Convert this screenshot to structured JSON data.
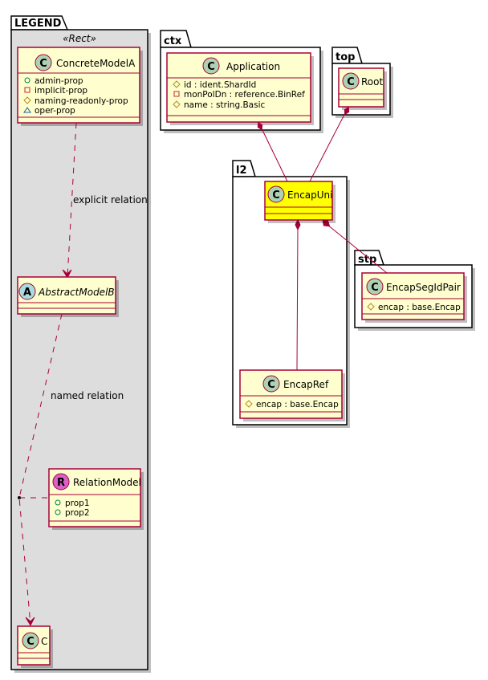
{
  "colors": {
    "class_fill": "#fefece",
    "class_border": "#a80036",
    "highlight_fill": "#ffff00",
    "legend_fill": "#dddddd",
    "circle_class": "#add1b2",
    "circle_abstract": "#a9dcdf",
    "circle_relation": "#d962c8",
    "vis_public": "#038048",
    "vis_private": "#c82930",
    "vis_protected": "#b38d22",
    "vis_package": "#1963a0"
  },
  "packages": {
    "legend": {
      "label": "LEGEND",
      "stereotype": "«Rect»"
    },
    "ctx": {
      "label": "ctx"
    },
    "top": {
      "label": "top"
    },
    "l2": {
      "label": "l2"
    },
    "stp": {
      "label": "stp"
    }
  },
  "classes": {
    "concrete_model_a": {
      "name": "ConcreteModelA",
      "circle": "C",
      "attributes": [
        {
          "vis": "public",
          "text": "admin-prop"
        },
        {
          "vis": "private",
          "text": "implicit-prop"
        },
        {
          "vis": "protected",
          "text": "naming-readonly-prop"
        },
        {
          "vis": "package",
          "text": "oper-prop"
        }
      ]
    },
    "abstract_model_b": {
      "name": "AbstractModelB",
      "circle": "A"
    },
    "relation_model": {
      "name": "RelationModel",
      "circle": "R",
      "attributes": [
        {
          "vis": "public",
          "text": "prop1"
        },
        {
          "vis": "public",
          "text": "prop2"
        }
      ]
    },
    "c": {
      "name": "C",
      "circle": "C"
    },
    "application": {
      "name": "Application",
      "circle": "C",
      "attributes": [
        {
          "vis": "protected",
          "text": "id : ident.ShardId"
        },
        {
          "vis": "private",
          "text": "monPolDn : reference.BinRef"
        },
        {
          "vis": "protected",
          "text": "name : string.Basic"
        }
      ]
    },
    "root": {
      "name": "Root",
      "circle": "C"
    },
    "encap_uni": {
      "name": "EncapUni",
      "circle": "C"
    },
    "encap_seg_id_pair": {
      "name": "EncapSegIdPair",
      "circle": "C",
      "attributes": [
        {
          "vis": "protected",
          "text": "encap : base.Encap"
        }
      ]
    },
    "encap_ref": {
      "name": "EncapRef",
      "circle": "C",
      "attributes": [
        {
          "vis": "protected",
          "text": "encap : base.Encap"
        }
      ]
    }
  },
  "relations": {
    "explicit": "explicit relation",
    "named": "named relation"
  }
}
